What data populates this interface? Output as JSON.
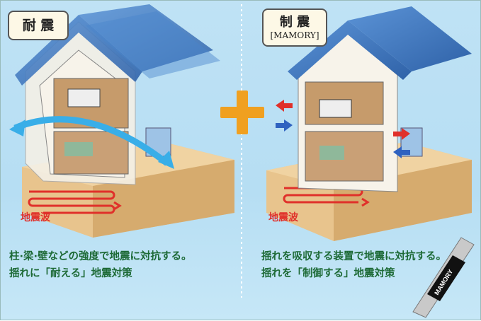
{
  "left_panel": {
    "label": "耐 震",
    "wave_label": "地震波",
    "caption_line1": "柱·梁·壁などの強度で地震に対抗する。",
    "caption_line2": "揺れに「耐える」地震対策"
  },
  "right_panel": {
    "label": "制 震",
    "sublabel": "[MAMORY]",
    "wave_label": "地震波",
    "caption_line1": "揺れを吸収する装置で地震に対抗する。",
    "caption_line2": "揺れを「制御する」地震対策"
  },
  "device_logo": "MAMORY",
  "colors": {
    "roof": "#3f78c0",
    "ground": "#e8c48d",
    "plus": "#f0a020",
    "arrow": "#39aee8",
    "caption": "#1d6a36",
    "wave": "#e0302a"
  }
}
